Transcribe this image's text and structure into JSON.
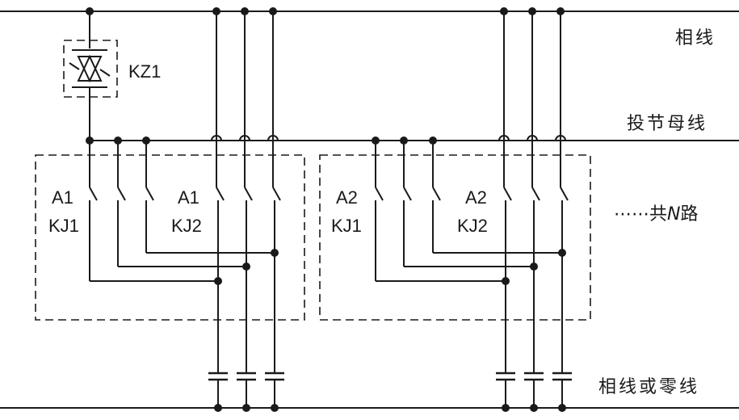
{
  "labels": {
    "phase_line": "相线",
    "switching_bus": "投节母线",
    "phase_or_neutral": "相线或零线",
    "n_paths_prefix": "⋯⋯共",
    "n_paths_var": "N",
    "n_paths_suffix": "路"
  },
  "thyristor": {
    "name": "KZ1"
  },
  "groups": [
    {
      "name": "A1",
      "switches": [
        {
          "prefix": "A1",
          "name": "KJ1"
        },
        {
          "prefix": "A1",
          "name": "KJ2"
        }
      ]
    },
    {
      "name": "A2",
      "switches": [
        {
          "prefix": "A2",
          "name": "KJ1"
        },
        {
          "prefix": "A2",
          "name": "KJ2"
        }
      ]
    }
  ]
}
